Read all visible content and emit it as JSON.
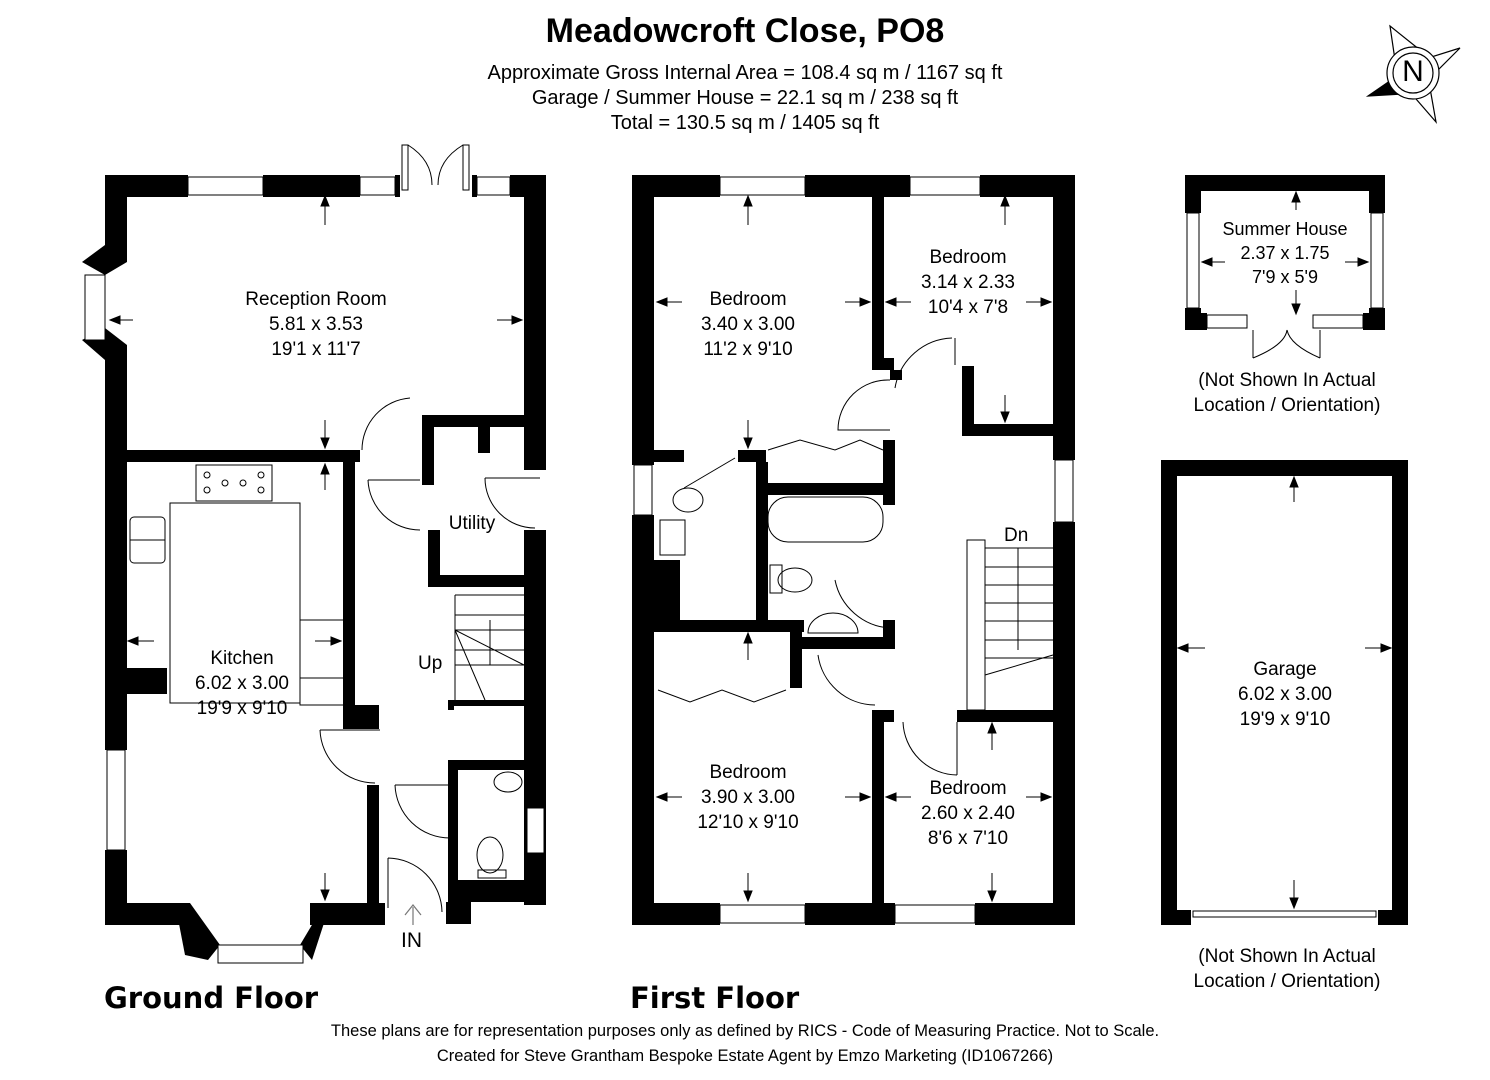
{
  "header": {
    "title": "Meadowcroft Close, PO8",
    "area_line": "Approximate Gross Internal Area = 108.4 sq m / 1167 sq ft",
    "outbuilding_line": "Garage / Summer House = 22.1 sq m / 238 sq ft",
    "total_line": "Total = 130.5 sq m / 1405 sq ft"
  },
  "compass": {
    "icon": "north-compass-icon",
    "label": "N"
  },
  "ground_floor": {
    "label": "Ground Floor",
    "rooms": [
      {
        "name": "Reception Room",
        "metric": "5.81 x 3.53",
        "imperial": "19'1 x 11'7"
      },
      {
        "name": "Kitchen",
        "metric": "6.02 x 3.00",
        "imperial": "19'9 x 9'10"
      },
      {
        "name": "Utility"
      }
    ],
    "stairs_label": "Up",
    "entrance_label": "IN"
  },
  "first_floor": {
    "label": "First Floor",
    "rooms": [
      {
        "name": "Bedroom",
        "metric": "3.40 x 3.00",
        "imperial": "11'2 x 9'10"
      },
      {
        "name": "Bedroom",
        "metric": "3.14 x 2.33",
        "imperial": "10'4 x 7'8"
      },
      {
        "name": "Bedroom",
        "metric": "3.90 x 3.00",
        "imperial": "12'10 x 9'10"
      },
      {
        "name": "Bedroom",
        "metric": "2.60 x 2.40",
        "imperial": "8'6 x 7'10"
      }
    ],
    "stairs_label": "Dn"
  },
  "summer_house": {
    "name": "Summer House",
    "metric": "2.37 x 1.75",
    "imperial": "7'9 x 5'9",
    "note_line1": "(Not Shown In Actual",
    "note_line2": "Location / Orientation)"
  },
  "garage": {
    "name": "Garage",
    "metric": "6.02 x 3.00",
    "imperial": "19'9 x 9'10",
    "note_line1": "(Not Shown In Actual",
    "note_line2": "Location / Orientation)"
  },
  "footer": {
    "disclaimer": "These plans are for representation purposes only as defined by RICS - Code of Measuring Practice. Not to Scale.",
    "credit": "Created for Steve Grantham Bespoke Estate Agent by Emzo Marketing (ID1067266)"
  }
}
